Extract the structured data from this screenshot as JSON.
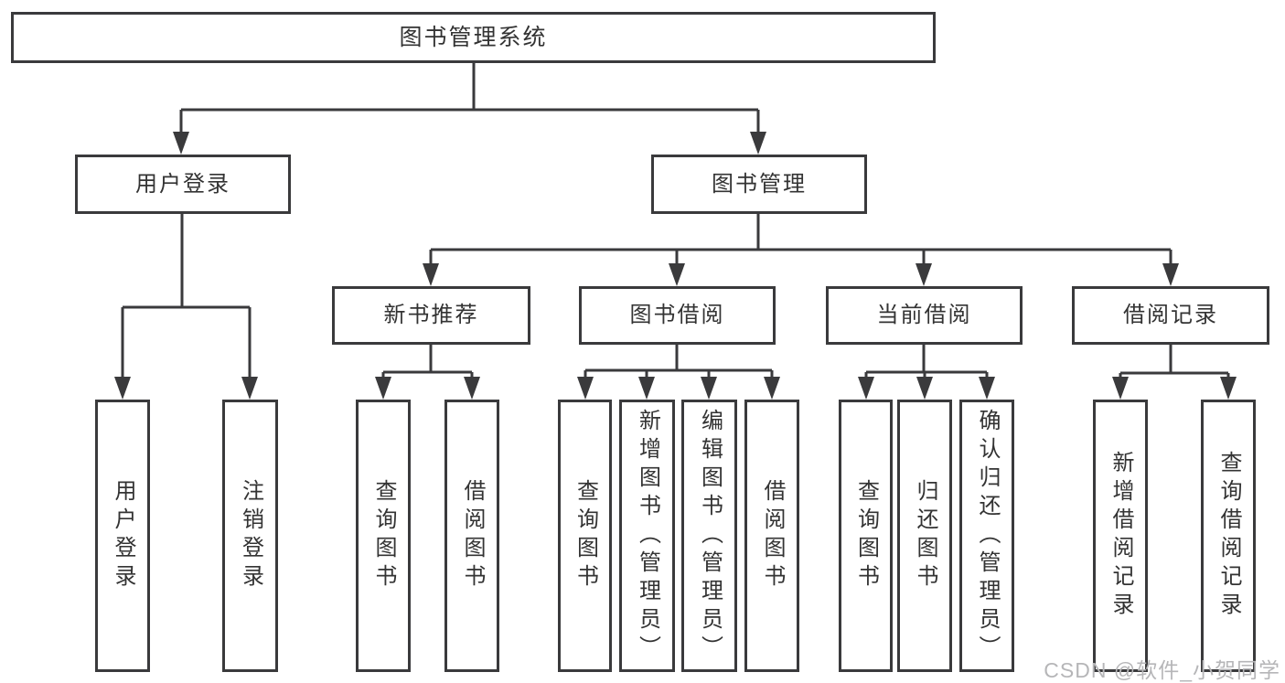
{
  "colors": {
    "line": "#3a3a3c",
    "text": "#333333",
    "background": "#ffffff",
    "watermark": "#b6b6b8"
  },
  "watermark": {
    "text": "CSDN @软件_小贺同学"
  },
  "tree": {
    "root": {
      "label": "图书管理系统",
      "children": [
        {
          "label": "用户登录",
          "children": [
            {
              "label": "用户登录"
            },
            {
              "label": "注销登录"
            }
          ]
        },
        {
          "label": "图书管理",
          "children": [
            {
              "label": "新书推荐",
              "children": [
                {
                  "label": "查询图书"
                },
                {
                  "label": "借阅图书"
                }
              ]
            },
            {
              "label": "图书借阅",
              "children": [
                {
                  "label": "查询图书"
                },
                {
                  "label": "新增图书（管理员）"
                },
                {
                  "label": "编辑图书（管理员）"
                },
                {
                  "label": "借阅图书"
                }
              ]
            },
            {
              "label": "当前借阅",
              "children": [
                {
                  "label": "查询图书"
                },
                {
                  "label": "归还图书"
                },
                {
                  "label": "确认归还（管理员）"
                }
              ]
            },
            {
              "label": "借阅记录",
              "children": [
                {
                  "label": "新增借阅记录"
                },
                {
                  "label": "查询借阅记录"
                }
              ]
            }
          ]
        }
      ]
    }
  }
}
